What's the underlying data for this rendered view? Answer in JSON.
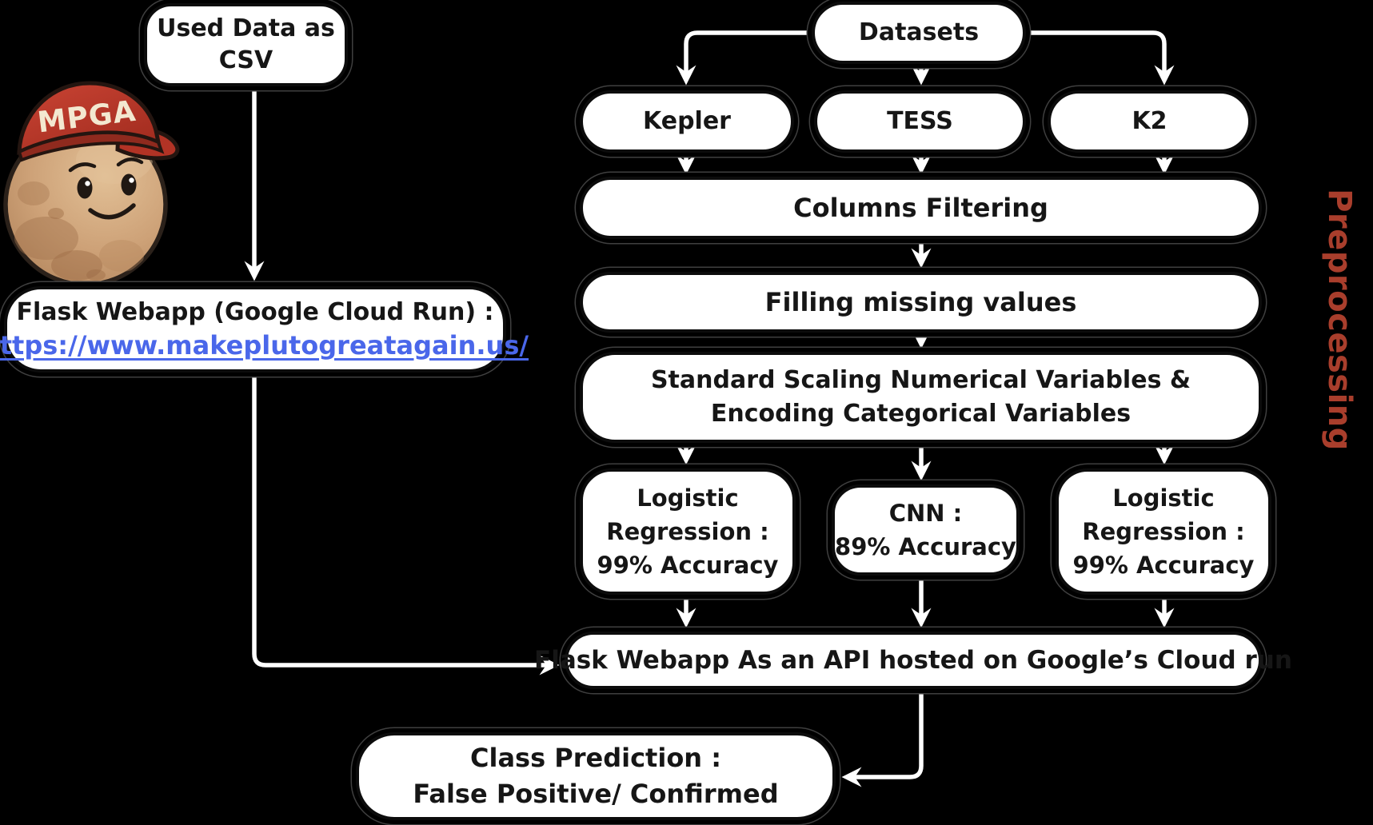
{
  "diagram": {
    "title_none_shown": "",
    "colors": {
      "background": "#000000",
      "node_fill": "#ffffff",
      "node_text": "#161616",
      "arrow": "#ffffff",
      "link_blue": "#4a67ea",
      "preprocessing_red": "#a93e2c",
      "cap_red": "#c03a2b"
    },
    "preprocessing_label": "Preprocessing",
    "mascot": {
      "description": "pluto-planet-cartoon",
      "cap_text": "MPGA"
    },
    "nodes": {
      "used_data": {
        "line1": "Used Data as",
        "line2": "CSV"
      },
      "flask_webapp": {
        "title": "Flask Webapp (Google Cloud Run) :",
        "url": "https://www.makeplutogreatagain.us/"
      },
      "datasets": {
        "label": "Datasets"
      },
      "kepler": {
        "label": "Kepler"
      },
      "tess": {
        "label": "TESS"
      },
      "k2": {
        "label": "K2"
      },
      "columns_filtering": {
        "label": "Columns Filtering"
      },
      "filling_missing": {
        "label": "Filling missing values"
      },
      "scaling": {
        "line1": "Standard Scaling Numerical Variables &",
        "line2": "Encoding Categorical Variables"
      },
      "lr_left": {
        "line1": "Logistic",
        "line2": "Regression :",
        "line3": "99% Accuracy"
      },
      "cnn": {
        "line1": "CNN :",
        "line2": "89% Accuracy"
      },
      "lr_right": {
        "line1": "Logistic",
        "line2": "Regression :",
        "line3": "99% Accuracy"
      },
      "api": {
        "label": "Flask Webapp As an API hosted on Google’s Cloud run"
      },
      "class_prediction": {
        "line1": "Class Prediction :",
        "line2": "False Positive/ Confirmed"
      }
    }
  }
}
